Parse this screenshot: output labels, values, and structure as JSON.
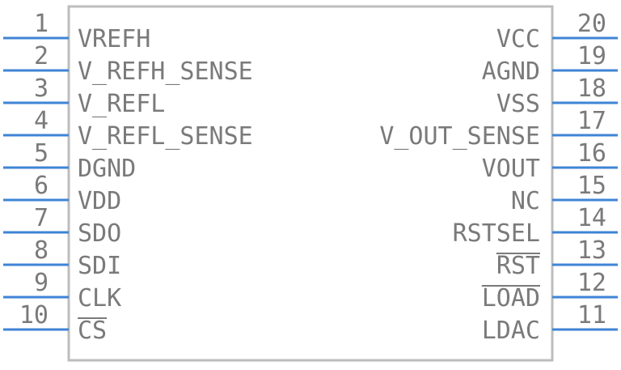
{
  "colors": {
    "pin": "#3f84d6",
    "body": "#bdbdbd",
    "text": "#7a7a7a",
    "background": "#ffffff"
  },
  "left_pins": [
    {
      "number": "1",
      "name": "VREFH"
    },
    {
      "number": "2",
      "name": "V_REFH_SENSE"
    },
    {
      "number": "3",
      "name": "V_REFL"
    },
    {
      "number": "4",
      "name": "V_REFL_SENSE"
    },
    {
      "number": "5",
      "name": "DGND"
    },
    {
      "number": "6",
      "name": "VDD"
    },
    {
      "number": "7",
      "name": "SDO"
    },
    {
      "number": "8",
      "name": "SDI"
    },
    {
      "number": "9",
      "name": "CLK"
    },
    {
      "number": "10",
      "name": "CS",
      "overline": true
    }
  ],
  "right_pins": [
    {
      "number": "20",
      "name": "VCC"
    },
    {
      "number": "19",
      "name": "AGND"
    },
    {
      "number": "18",
      "name": "VSS"
    },
    {
      "number": "17",
      "name": "V_OUT_SENSE"
    },
    {
      "number": "16",
      "name": "VOUT"
    },
    {
      "number": "15",
      "name": "NC"
    },
    {
      "number": "14",
      "name": "RSTSEL"
    },
    {
      "number": "13",
      "name": "RST",
      "overline": true
    },
    {
      "number": "12",
      "name": "LOAD",
      "overline": true
    },
    {
      "number": "11",
      "name": "LDAC"
    }
  ]
}
